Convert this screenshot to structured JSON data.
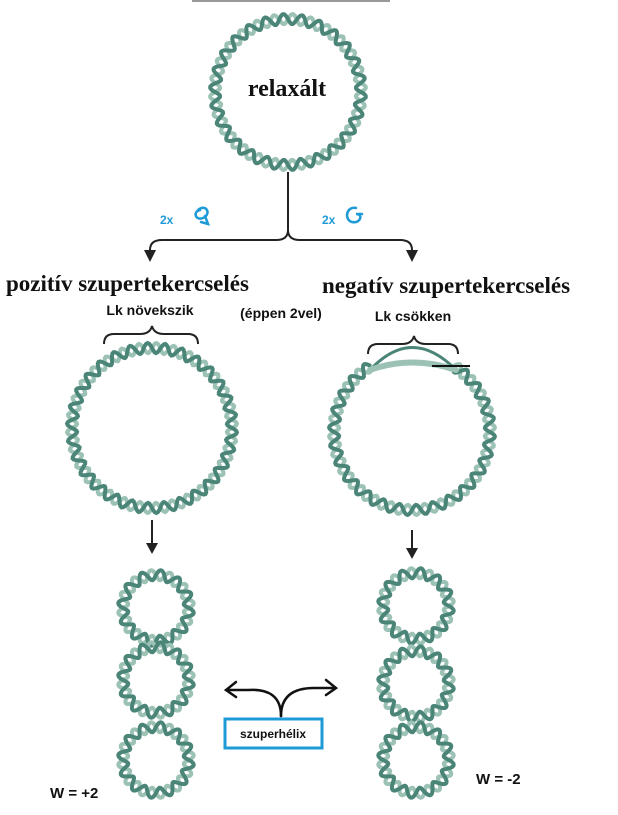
{
  "top": {
    "label": "relaxált"
  },
  "left_branch": {
    "twist_count": "2x",
    "title": "pozitív szupertekercselés",
    "lk_change": "Lk növekszik",
    "writhe": "W = +2"
  },
  "right_branch": {
    "twist_count": "2x",
    "title": "negatív szupertekercselés",
    "lk_change": "Lk csökken",
    "writhe": "W = -2"
  },
  "middle": {
    "note": "(éppen 2vel)",
    "supercoil_label": "szuperhélix"
  },
  "colors": {
    "dna": "#4a8577",
    "dna_light": "#9cc2b6",
    "accent": "#1e9ad6",
    "line": "#222222"
  }
}
